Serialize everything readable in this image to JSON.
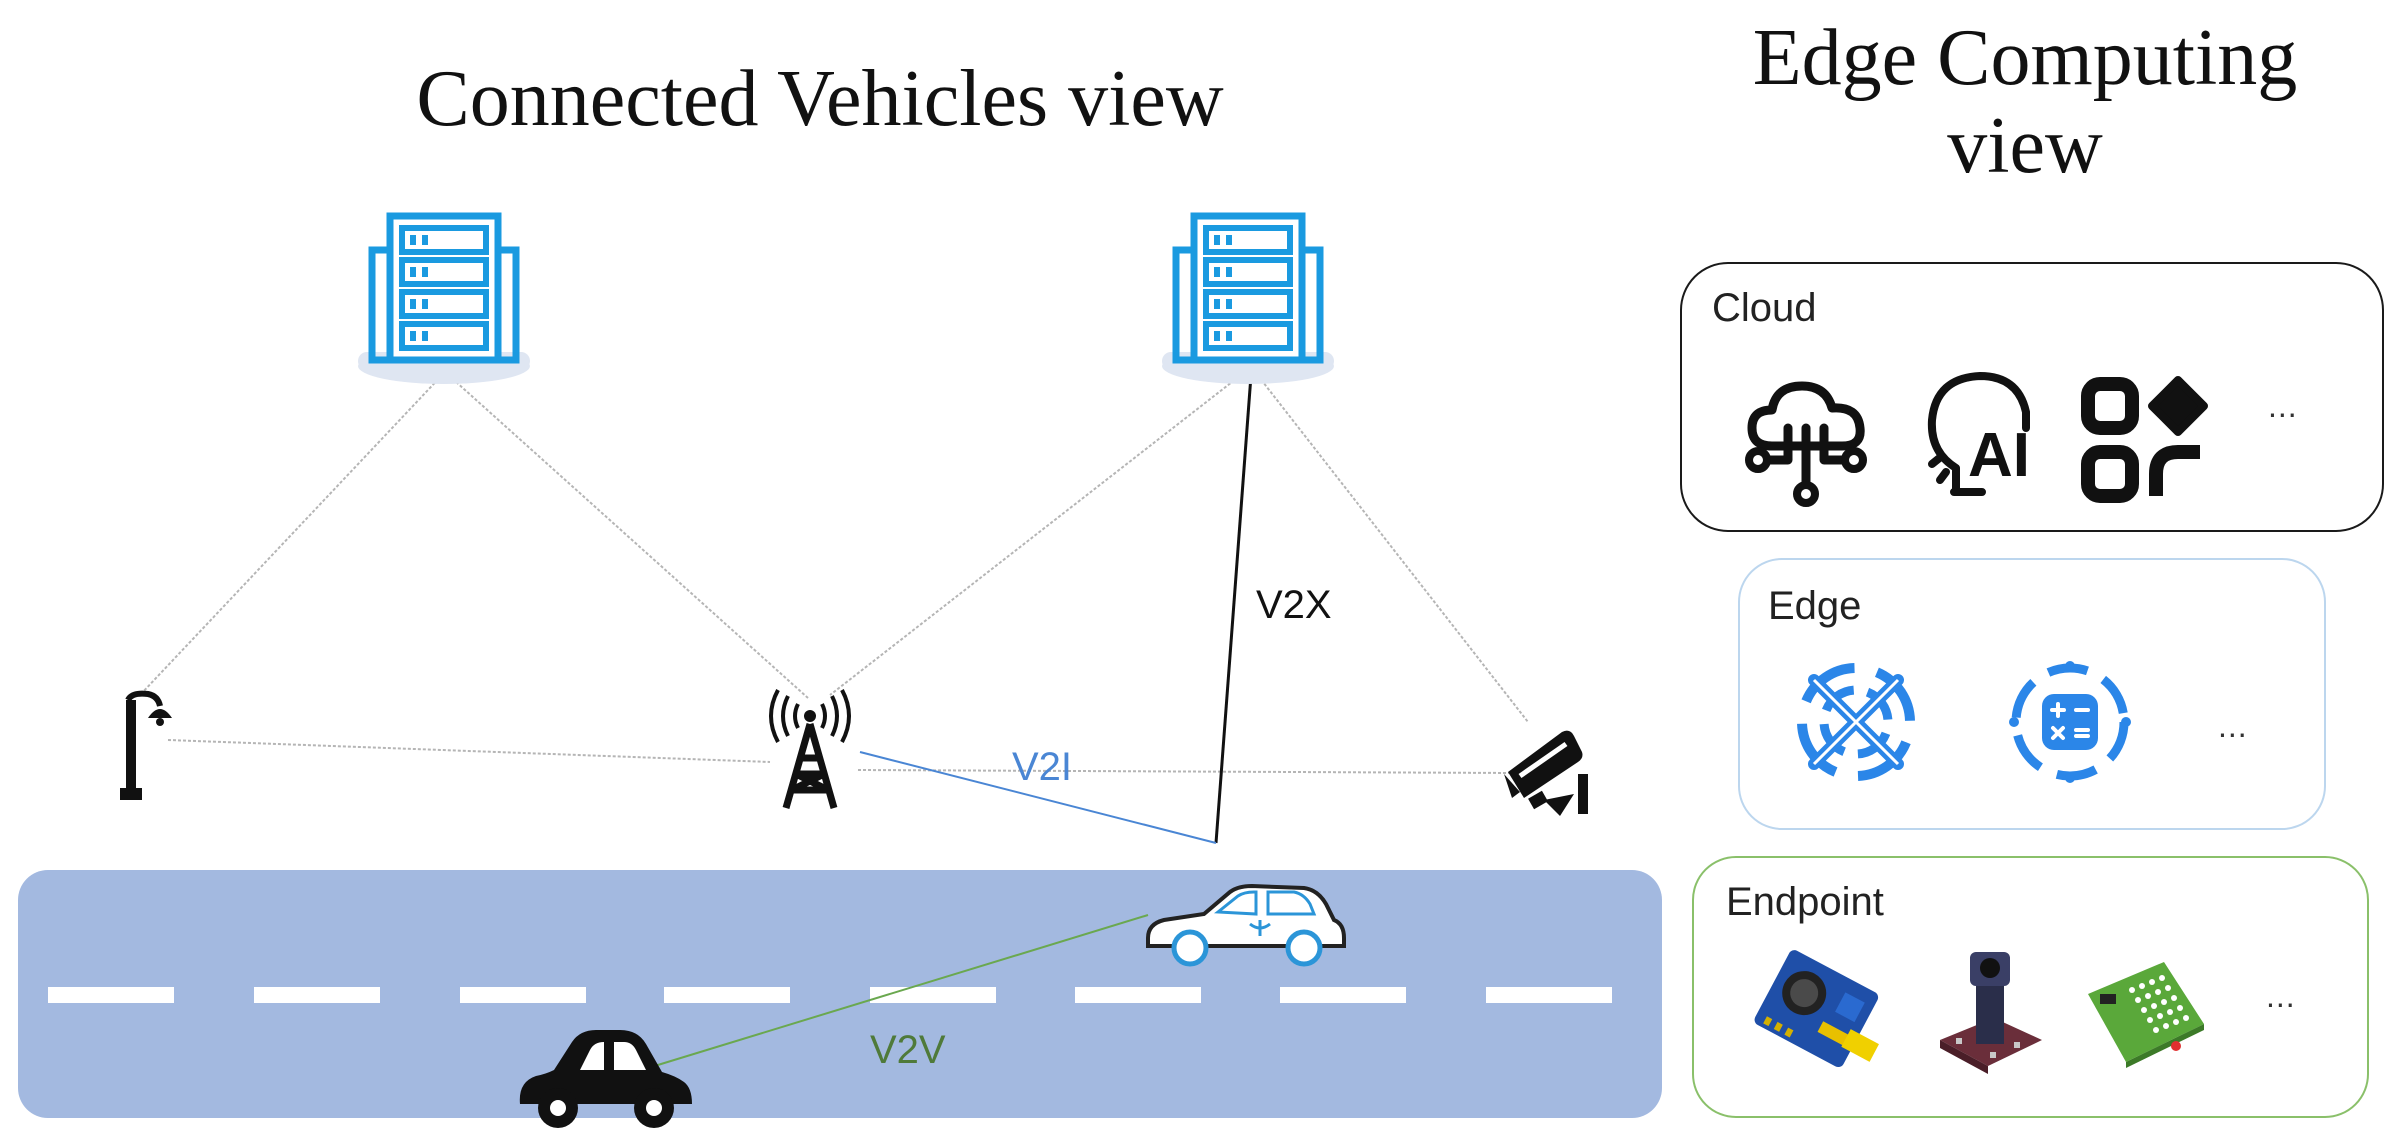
{
  "left_view": {
    "title": "Connected Vehicles view",
    "links": {
      "v2x": "V2X",
      "v2i": "V2I",
      "v2v": "V2V"
    },
    "icons": [
      "server-icon",
      "server-icon",
      "street-lamp-icon",
      "cell-tower-icon",
      "surveillance-camera-icon",
      "car-icon",
      "car-icon"
    ],
    "colors": {
      "road": "#a3b9e0",
      "lane_marking": "#ffffff",
      "server": "#1a9ae0",
      "v2i_line": "#4a86d4",
      "v2v_line": "#6aa84f",
      "v2x_line": "#111111",
      "v2i_label": "#4a86d4",
      "v2v_label": "#4f7a3a"
    }
  },
  "right_view": {
    "title": "Edge Computing view",
    "tiers": [
      {
        "label": "Cloud",
        "more": "...",
        "icons": [
          "cloud-network-icon",
          "ai-head-icon",
          "apps-grid-icon"
        ]
      },
      {
        "label": "Edge",
        "more": "...",
        "icons": [
          "edge-node-icon",
          "calculator-chip-icon"
        ]
      },
      {
        "label": "Endpoint",
        "more": "...",
        "icons": [
          "sound-sensor-module-icon",
          "camera-module-icon",
          "led-matrix-board-icon"
        ]
      }
    ],
    "colors": {
      "cloud_border": "#1a1a1a",
      "edge_border": "#bcd6ee",
      "endpoint_border": "#8ac06a",
      "edge_icons": "#2b86e8"
    }
  }
}
